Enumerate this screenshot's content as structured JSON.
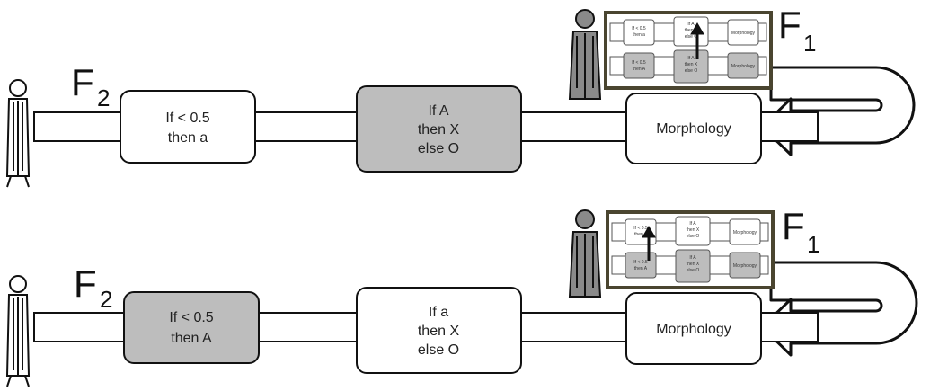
{
  "panels": [
    {
      "f2_label": "F",
      "f2_sub": "2",
      "f1_label": "F",
      "f1_sub": "1",
      "box1": {
        "line1": "If < 0.5",
        "line2": "then a",
        "shaded": false
      },
      "box2": {
        "line1": "If A",
        "line2": "then X",
        "line3": "else O",
        "shaded": true
      },
      "box3": {
        "label": "Morphology"
      },
      "mini_top": {
        "b1_l1": "If < 0.5",
        "b1_l2": "then a",
        "b2_l1": "If A",
        "b2_l2": "then X",
        "b2_l3": "else O",
        "b3": "Morphology"
      },
      "mini_bottom": {
        "b1_l1": "If < 0.5",
        "b1_l2": "then A",
        "b2_l1": "If A",
        "b2_l2": "then X",
        "b2_l3": "else O",
        "b3": "Morphology"
      },
      "mini_arrow_target": "middle"
    },
    {
      "f2_label": "F",
      "f2_sub": "2",
      "f1_label": "F",
      "f1_sub": "1",
      "box1": {
        "line1": "If < 0.5",
        "line2": "then A",
        "shaded": true
      },
      "box2": {
        "line1": "If a",
        "line2": "then X",
        "line3": "else O",
        "shaded": false
      },
      "box3": {
        "label": "Morphology"
      },
      "mini_top": {
        "b1_l1": "If < 0.5",
        "b1_l2": "then a",
        "b2_l1": "If A",
        "b2_l2": "then X",
        "b2_l3": "else O",
        "b3": "Morphology"
      },
      "mini_bottom": {
        "b1_l1": "If < 0.5",
        "b1_l2": "then A",
        "b2_l1": "If A",
        "b2_l2": "then X",
        "b2_l3": "else O",
        "b3": "Morphology"
      },
      "mini_arrow_target": "left"
    }
  ],
  "colors": {
    "shaded": "#bdbdbd",
    "white": "#ffffff",
    "frame": "#4a4530",
    "stroke": "#111111",
    "figure_gray": "#8a8a8a"
  }
}
